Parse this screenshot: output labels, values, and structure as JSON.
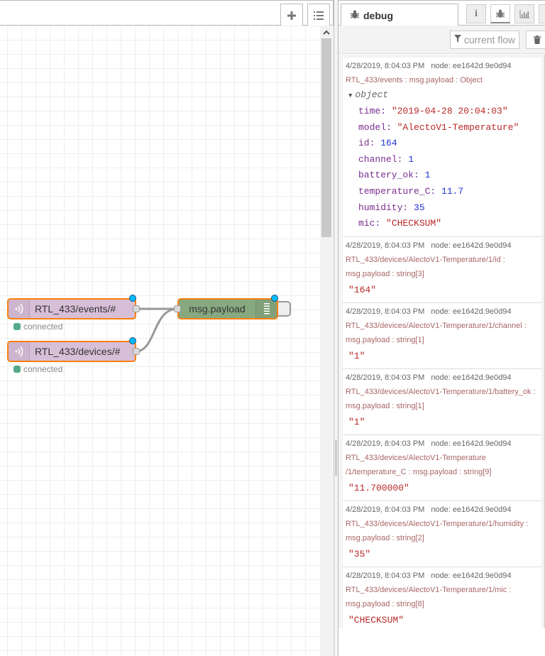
{
  "workspace": {
    "add_icon": "plus-icon",
    "list_icon": "list-icon",
    "scroll_up_icon": "chevron-up-icon",
    "nodes": [
      {
        "type": "mqtt-in",
        "label": "RTL_433/events/#",
        "status": "connected",
        "status_color": "#55aa88",
        "icon": "wifi-icon"
      },
      {
        "type": "mqtt-in",
        "label": "RTL_433/devices/#",
        "status": "connected",
        "status_color": "#55aa88",
        "icon": "wifi-icon"
      },
      {
        "type": "debug",
        "label": "msg.payload",
        "icon": "list-lines-icon"
      }
    ],
    "colors": {
      "mqtt_node": "#d8bfd8",
      "debug_node": "#87a980",
      "selected_border": "#ff7f0e",
      "changed_dot": "#00bcff"
    }
  },
  "sidebar": {
    "active_tab": "debug",
    "tab_icon": "bug-icon",
    "buttons": {
      "info_icon": "info-icon",
      "debug_icon": "bug-icon",
      "chart_icon": "chart-icon"
    },
    "toolbar": {
      "filter_label": "current flow",
      "filter_icon": "filter-icon",
      "clear_icon": "trash-icon"
    },
    "messages": [
      {
        "timestamp": "4/28/2019, 8:04:03 PM",
        "node": "node: ee1642d.9e0d94",
        "topic": "RTL_433/events : msg.payload : Object",
        "object_label": "object",
        "fields": [
          {
            "key": "time",
            "value": "\"2019-04-28 20:04:03\"",
            "kind": "str"
          },
          {
            "key": "model",
            "value": "\"AlectoV1-Temperature\"",
            "kind": "str"
          },
          {
            "key": "id",
            "value": "164",
            "kind": "num"
          },
          {
            "key": "channel",
            "value": "1",
            "kind": "num"
          },
          {
            "key": "battery_ok",
            "value": "1",
            "kind": "num"
          },
          {
            "key": "temperature_C",
            "value": "11.7",
            "kind": "num"
          },
          {
            "key": "humidity",
            "value": "35",
            "kind": "num"
          },
          {
            "key": "mic",
            "value": "\"CHECKSUM\"",
            "kind": "str"
          }
        ]
      },
      {
        "timestamp": "4/28/2019, 8:04:03 PM",
        "node": "node: ee1642d.9e0d94",
        "topic": "RTL_433/devices/AlectoV1-Temperature/1/id : msg.payload : string[3]",
        "value": "\"164\""
      },
      {
        "timestamp": "4/28/2019, 8:04:03 PM",
        "node": "node: ee1642d.9e0d94",
        "topic": "RTL_433/devices/AlectoV1-Temperature/1/channel : msg.payload : string[1]",
        "value": "\"1\""
      },
      {
        "timestamp": "4/28/2019, 8:04:03 PM",
        "node": "node: ee1642d.9e0d94",
        "topic": "RTL_433/devices/AlectoV1-Temperature/1/battery_ok : msg.payload : string[1]",
        "value": "\"1\""
      },
      {
        "timestamp": "4/28/2019, 8:04:03 PM",
        "node": "node: ee1642d.9e0d94",
        "topic": "RTL_433/devices/AlectoV1-Temperature /1/temperature_C : msg.payload : string[9]",
        "value": "\"11.700000\""
      },
      {
        "timestamp": "4/28/2019, 8:04:03 PM",
        "node": "node: ee1642d.9e0d94",
        "topic": "RTL_433/devices/AlectoV1-Temperature/1/humidity : msg.payload : string[2]",
        "value": "\"35\""
      },
      {
        "timestamp": "4/28/2019, 8:04:03 PM",
        "node": "node: ee1642d.9e0d94",
        "topic": "RTL_433/devices/AlectoV1-Temperature/1/mic : msg.payload : string[8]",
        "value": "\"CHECKSUM\""
      }
    ]
  }
}
